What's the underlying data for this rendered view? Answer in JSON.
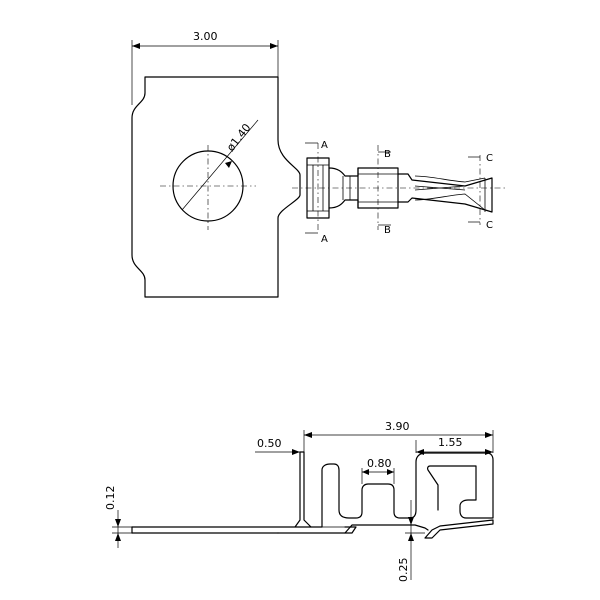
{
  "top_view": {
    "dim_width": "3.00",
    "dim_hole": "ø1.40",
    "section_a": "A",
    "section_b": "B",
    "section_c": "C"
  },
  "side_view": {
    "dim_length": "3.90",
    "dim_offset": "0.50",
    "dim_gap": "0.80",
    "dim_contact": "1.55",
    "dim_thickness": "0.12",
    "dim_drop": "0.25"
  }
}
